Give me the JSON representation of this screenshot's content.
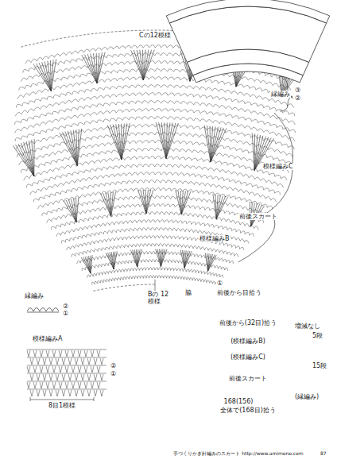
{
  "diagram": {
    "labels": [
      "Cの12模様",
      "縁編み",
      "③",
      "②",
      "模様編みC",
      "前後スカート",
      "模様編みB",
      "Bの 12模様",
      "脇",
      "前後から目拾う",
      "①",
      "縁編み",
      "②",
      "①",
      "模様編みA",
      "②",
      "①",
      "8目1模様",
      "前後から(32目)拾う",
      "増減なし",
      "(模様編みB)",
      "(模様編みC)",
      "前後スカート",
      "(縁編み)",
      "5段",
      "15段",
      "168(156)",
      "全体で(168目)拾う",
      "手づくりかぎ針編みのスカート http://www.amimono.com",
      "87"
    ]
  }
}
